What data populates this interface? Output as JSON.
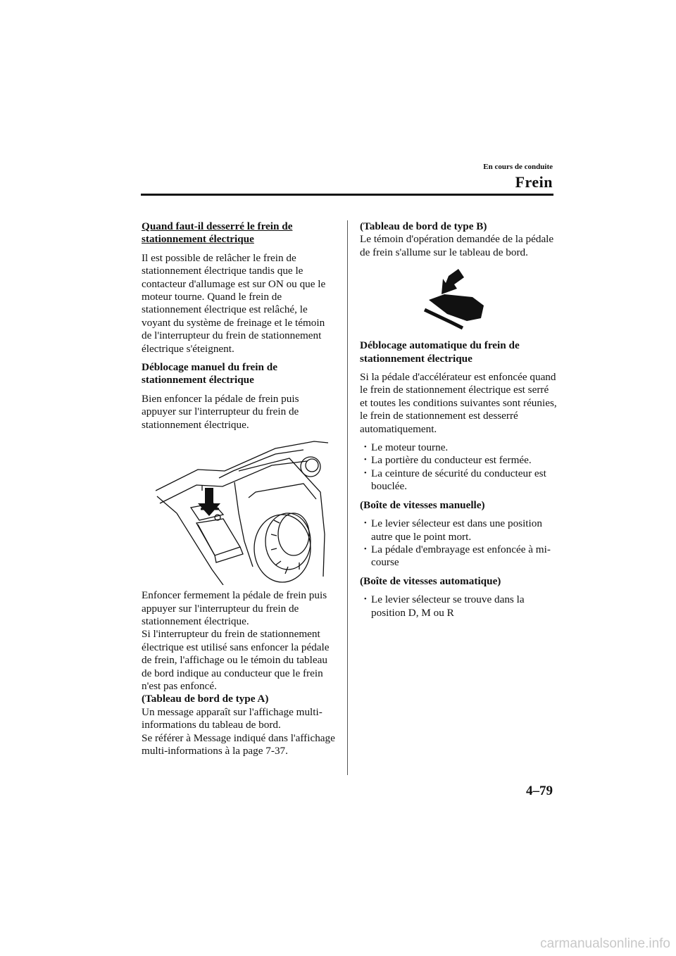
{
  "header": {
    "section": "En cours de conduite",
    "title": "Frein"
  },
  "left": {
    "heading1": "Quand faut-il desserré le frein de stationnement électrique",
    "para1": "Il est possible de relâcher le frein de stationnement électrique tandis que le contacteur d'allumage est sur ON ou que le moteur tourne. Quand le frein de stationnement électrique est relâché, le voyant du système de freinage et le témoin de l'interrupteur du frein de stationnement électrique s'éteignent.",
    "heading2": "Déblocage manuel du frein de stationnement électrique",
    "para2": "Bien enfoncer la pédale de frein puis appuyer sur l'interrupteur du frein de stationnement électrique.",
    "para3": "Enfoncer fermement la pédale de frein puis appuyer sur l'interrupteur du frein de stationnement électrique.",
    "para4": "Si l'interrupteur du frein de stationnement électrique est utilisé sans enfoncer la pédale de frein, l'affichage ou le témoin du tableau de bord indique au conducteur que le frein n'est pas enfoncé.",
    "subheading_a": "(Tableau de bord de type A)",
    "para5": "Un message apparaît sur l'affichage multi-informations du tableau de bord.",
    "para6": "Se référer à Message indiqué dans l'affichage multi-informations à la page 7-37."
  },
  "right": {
    "subheading_b": "(Tableau de bord de type B)",
    "para1": "Le témoin d'opération demandée de la pédale de frein s'allume sur le tableau de bord.",
    "heading3": "Déblocage automatique du frein de stationnement électrique",
    "para2": "Si la pédale d'accélérateur est enfoncée quand le frein de stationnement électrique est serré et toutes les conditions suivantes sont réunies, le frein de stationnement est desserré automatiquement.",
    "bullets1": [
      "Le moteur tourne.",
      "La portière du conducteur est fermée.",
      "La ceinture de sécurité du conducteur est bouclée."
    ],
    "sub_manual": "(Boîte de vitesses manuelle)",
    "bullets2": [
      "Le levier sélecteur est dans une position autre que le point mort.",
      "La pédale d'embrayage est enfoncée à mi-course"
    ],
    "sub_auto": "(Boîte de vitesses automatique)",
    "bullets3": [
      "Le levier sélecteur se trouve dans la position D, M ou R"
    ],
    "bullet_char": "･"
  },
  "page_number": "4–79",
  "watermark": "carmanualsonline.info"
}
